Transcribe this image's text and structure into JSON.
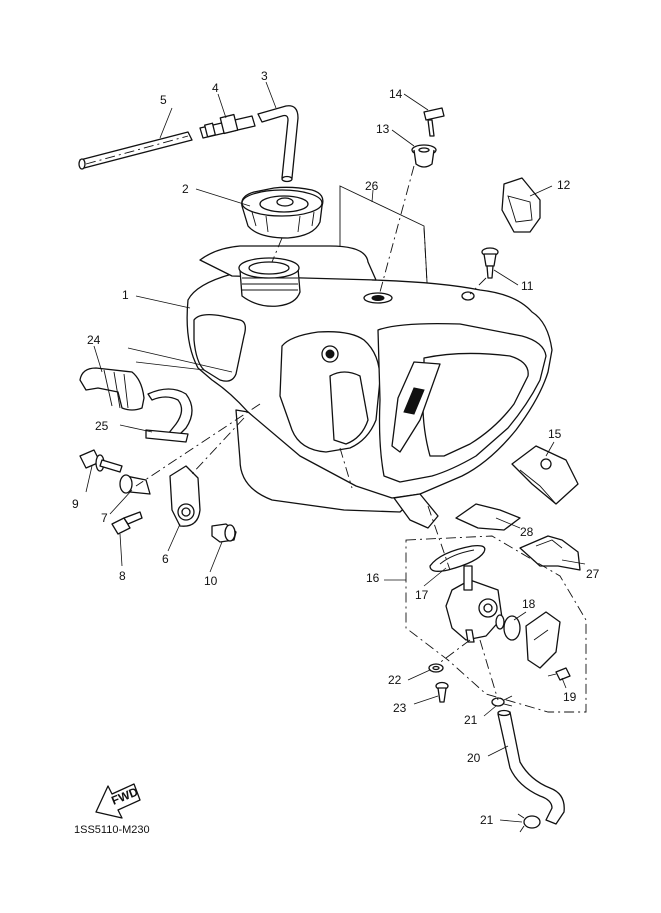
{
  "labels": {
    "p1": "1",
    "p2": "2",
    "p3": "3",
    "p4": "4",
    "p5": "5",
    "p6": "6",
    "p7": "7",
    "p8": "8",
    "p9": "9",
    "p10": "10",
    "p11": "11",
    "p12": "12",
    "p13": "13",
    "p14": "14",
    "p15": "15",
    "p16": "16",
    "p17": "17",
    "p18": "18",
    "p19": "19",
    "p20": "20",
    "p21a": "21",
    "p21b": "21",
    "p22": "22",
    "p23": "23",
    "p24": "24",
    "p25": "25",
    "p26": "26",
    "p27": "27",
    "p28": "28"
  },
  "fwd_text": "FWD",
  "diagram_code": "1SS5110-M230"
}
